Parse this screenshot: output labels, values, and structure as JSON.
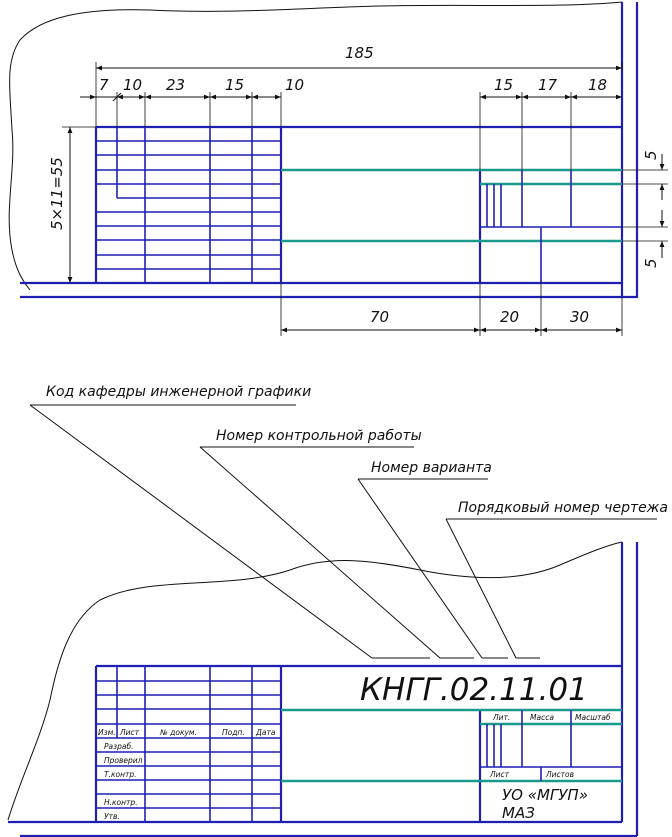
{
  "top_drawing": {
    "dims_top": [
      "185",
      "7",
      "10",
      "23",
      "15",
      "10",
      "15",
      "17",
      "18"
    ],
    "dims_bottom": [
      "70",
      "20",
      "30"
    ],
    "dim_side_left": "5×11=55",
    "dim_side_right": [
      "5",
      "5"
    ]
  },
  "callouts": {
    "department_code": "Код кафедры инженерной графики",
    "work_number": "Номер контрольной работы",
    "variant_number": "Номер варианта",
    "drawing_number": "Порядковый номер чертежа"
  },
  "title_block": {
    "designation": "КНГГ.02.11.01",
    "col_headers": [
      "Изм.",
      "Лист",
      "№ докум.",
      "Подп.",
      "Дата"
    ],
    "row_labels": [
      "Разраб.",
      "Проверил",
      "Т.контр.",
      "",
      "Н.контр.",
      "Утв."
    ],
    "lit": "Лит.",
    "mass": "Масса",
    "scale": "Масштаб",
    "sheet": "Лист",
    "sheets": "Листов",
    "organization": "УО «МГУП»",
    "group": "МАЗ"
  }
}
